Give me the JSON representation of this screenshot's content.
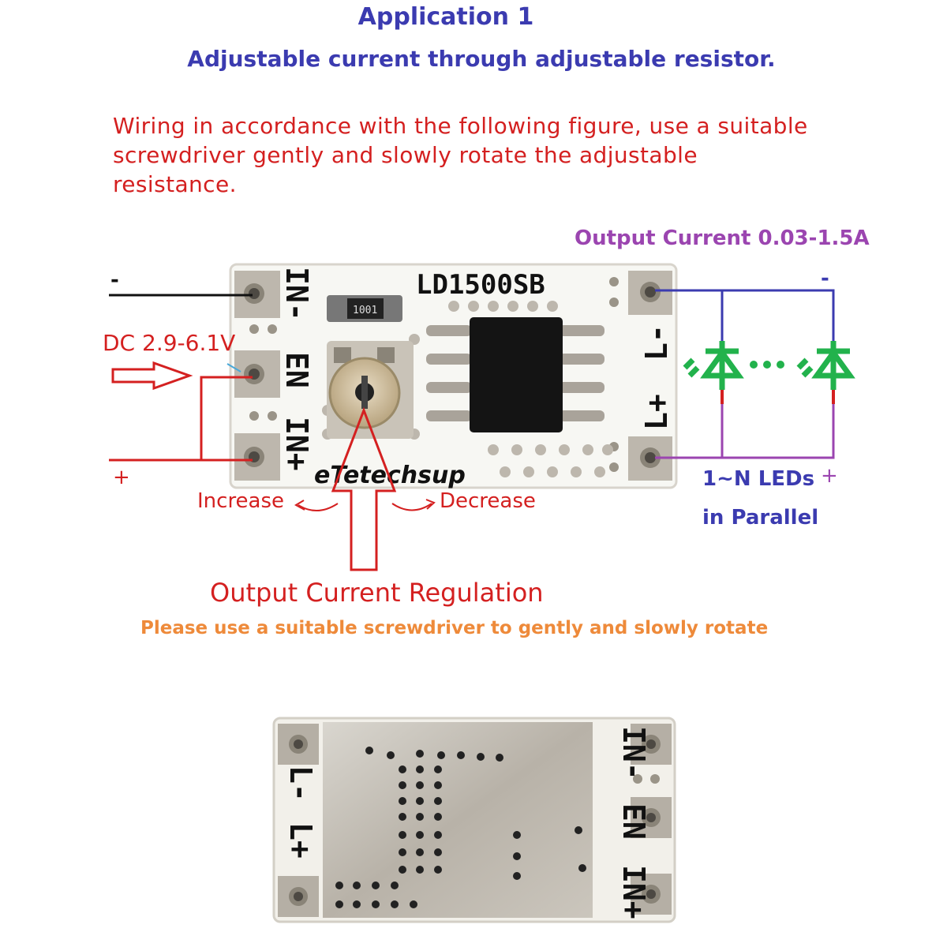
{
  "header": {
    "title": "Application 1",
    "subtitle": "Adjustable current through adjustable resistor."
  },
  "instructions": {
    "lines": [
      "Wiring in accordance with the following figure, use a suitable",
      "screwdriver gently and slowly rotate the adjustable",
      "resistance."
    ]
  },
  "board_top": {
    "model": "LD1500SB",
    "resistor_code": "1001",
    "brand": "eTetechsup",
    "pin_labels": [
      "IN-",
      "EN",
      "IN+"
    ],
    "led_pin_labels": [
      "L-",
      "L+"
    ]
  },
  "board_bottom": {
    "pin_labels": [
      "IN-",
      "EN",
      "IN+"
    ],
    "led_pin_labels": [
      "L-",
      "L+"
    ]
  },
  "input": {
    "minus": "-",
    "voltage": "DC 2.9-6.1V",
    "plus": "+"
  },
  "output": {
    "current": "Output Current 0.03-1.5A",
    "minus": "-",
    "plus": "+",
    "leds_line1": "1~N LEDs",
    "leds_line2": "in Parallel"
  },
  "adjust": {
    "increase": "Increase",
    "decrease": "Decrease",
    "regulation": "Output Current Regulation",
    "note": "Please use a suitable screwdriver to gently and slowly rotate"
  },
  "colors": {
    "title": "#3b3bb0",
    "red": "#d42020",
    "purple": "#9b45b0",
    "blue": "#3b3bb0",
    "orange": "#ee8a3a",
    "led_green": "#22b24c",
    "board": "#f7f7f3",
    "pad": "#b9b3aa"
  }
}
